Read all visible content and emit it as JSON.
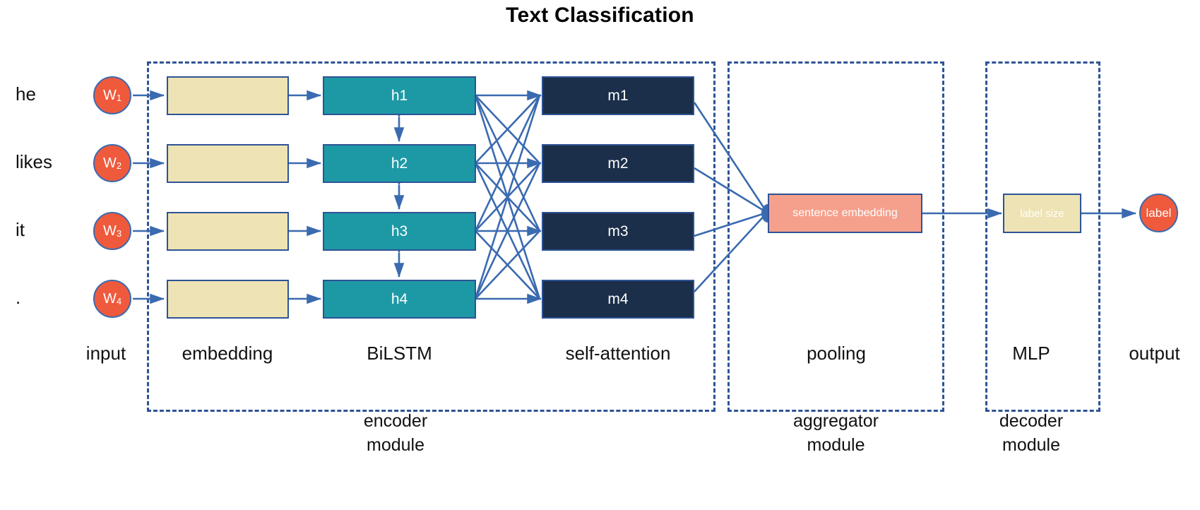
{
  "title": "Text Classification",
  "colors": {
    "dashed_frame": "#2E5395",
    "arrow": "#3A6AB0",
    "word_circle": "#EF5A3C",
    "embedding_box": "#EDE3B4",
    "bilstm_box": "#1D99A5",
    "attention_box": "#1B2E4A",
    "sentence_box": "#F5A08C",
    "label_size_box": "#EDE3B4",
    "text_dark": "#111111"
  },
  "input": {
    "words": [
      "he",
      "likes",
      "it",
      "."
    ],
    "tokens": [
      {
        "base": "W",
        "sub": "1"
      },
      {
        "base": "W",
        "sub": "2"
      },
      {
        "base": "W",
        "sub": "3"
      },
      {
        "base": "W",
        "sub": "4"
      }
    ]
  },
  "embedding": {
    "boxes": [
      "",
      "",
      "",
      ""
    ]
  },
  "bilstm": {
    "boxes": [
      "h1",
      "h2",
      "h3",
      "h4"
    ]
  },
  "self_attention": {
    "boxes": [
      "m1",
      "m2",
      "m3",
      "m4"
    ]
  },
  "pooling": {
    "box": "sentence embedding"
  },
  "mlp": {
    "box": "label size"
  },
  "output": {
    "node": "label"
  },
  "stage_labels": {
    "input": "input",
    "embedding": "embedding",
    "bilstm": "BiLSTM",
    "self_attention": "self-attention",
    "pooling": "pooling",
    "mlp": "MLP",
    "output": "output"
  },
  "module_labels": {
    "encoder": "encoder\nmodule",
    "encoder_line1": "encoder",
    "encoder_line2": "module",
    "aggregator_line1": "aggregator",
    "aggregator_line2": "module",
    "decoder_line1": "decoder",
    "decoder_line2": "module"
  }
}
